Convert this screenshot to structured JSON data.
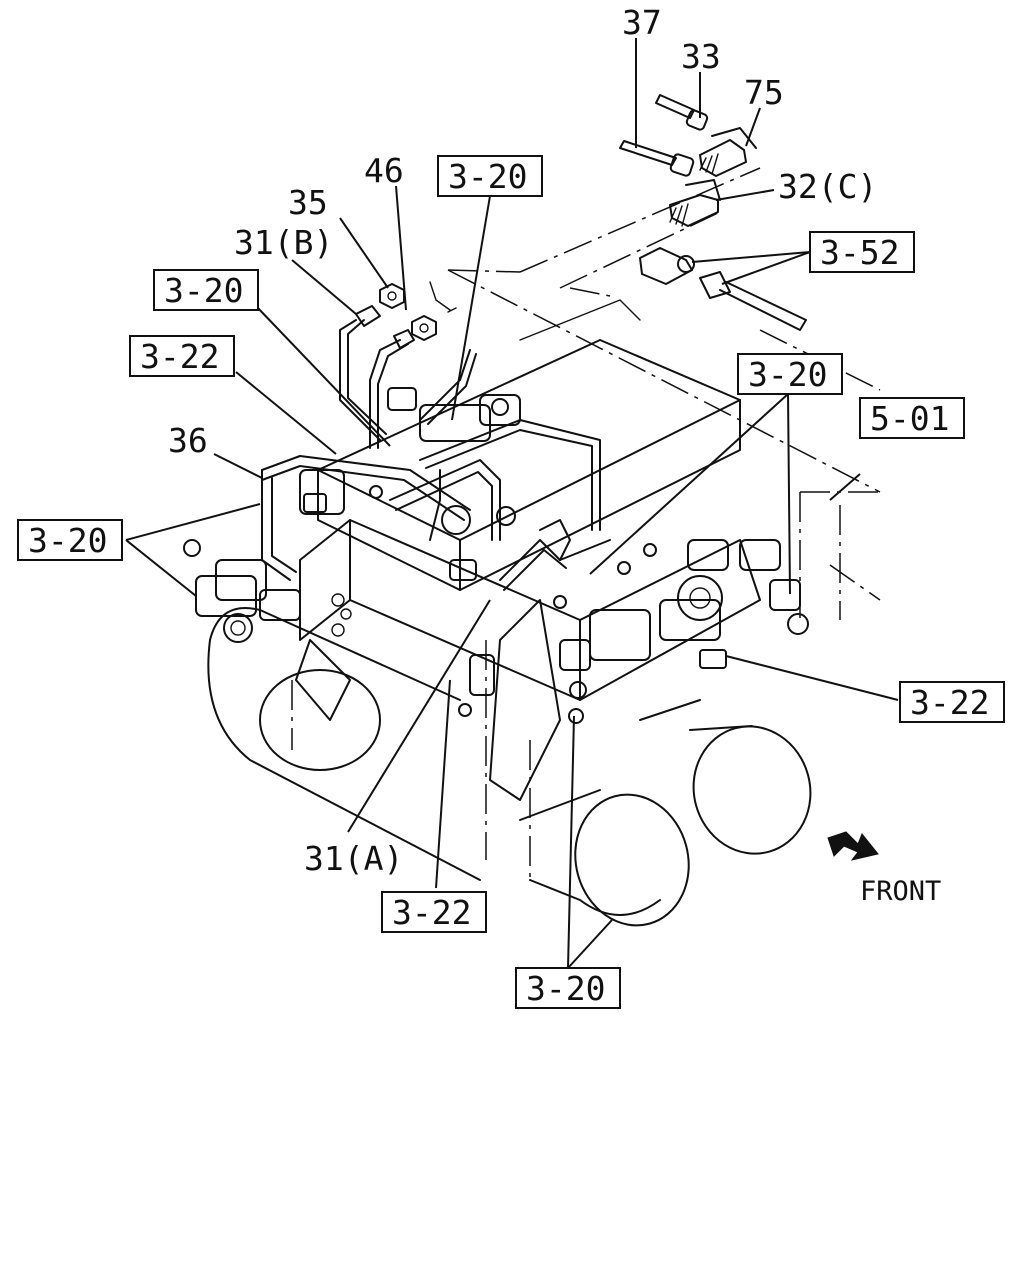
{
  "labels": {
    "p37": "37",
    "p33": "33",
    "p75": "75",
    "p32c": "32(C)",
    "p46": "46",
    "p35": "35",
    "p31b": "31(B)",
    "p36": "36",
    "p31a": "31(A)"
  },
  "refs": {
    "r1": "3-20",
    "r2": "3-20",
    "r3": "3-22",
    "r4": "3-52",
    "r5": "3-20",
    "r6": "5-01",
    "r7": "3-20",
    "r8": "3-22",
    "r9": "3-22",
    "r10": "3-20"
  },
  "front_label": "FRONT"
}
